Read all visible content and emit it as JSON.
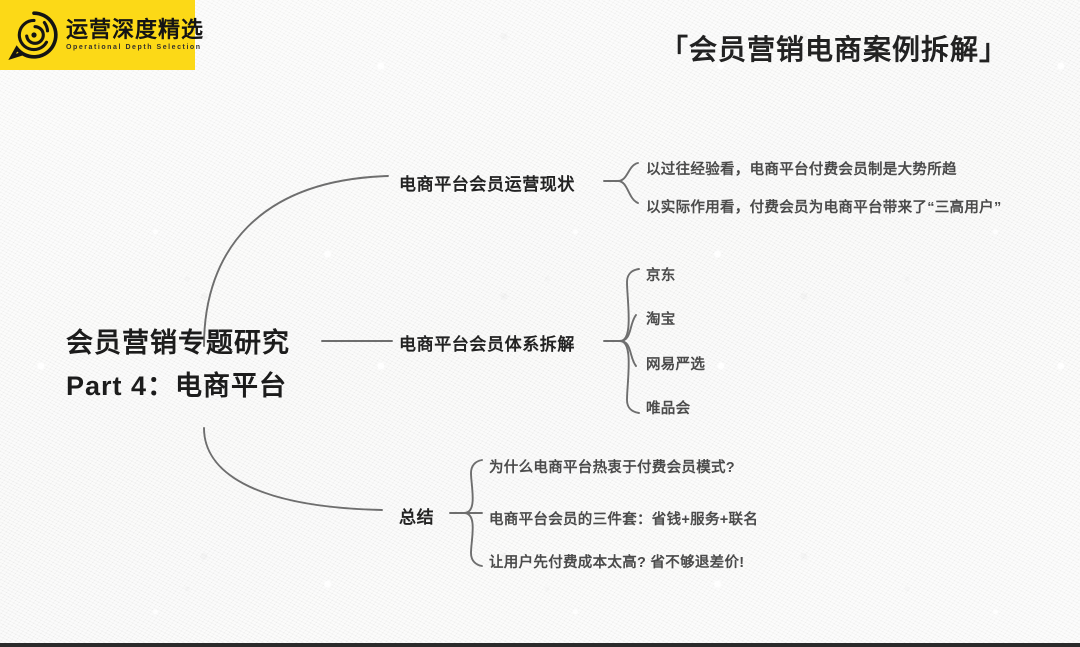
{
  "slide": {
    "background_color": "#f4f4f3",
    "bottom_rule_color": "#2b2b2b"
  },
  "logo": {
    "badge_color": "#fcd917",
    "icon_name": "concentric-circles-logo-icon",
    "chinese_name": "运营深度精选",
    "english_name": "Operational Depth Selection"
  },
  "headline": {
    "text": "「会员营销电商案例拆解」",
    "color": "#222222"
  },
  "mindmap": {
    "root": {
      "line_1": "会员营销专题研究",
      "line_2": "Part 4：电商平台"
    },
    "branches": [
      {
        "label": "电商平台会员运营现状",
        "children": [
          "以过往经验看，电商平台付费会员制是大势所趋",
          "以实际作用看，付费会员为电商平台带来了“三高用户”"
        ]
      },
      {
        "label": "电商平台会员体系拆解",
        "children": [
          "京东",
          "淘宝",
          "网易严选",
          "唯品会"
        ]
      },
      {
        "label": "总结",
        "children": [
          "为什么电商平台热衷于付费会员模式?",
          "电商平台会员的三件套：省钱+服务+联名",
          "让用户先付费成本太高? 省不够退差价!"
        ]
      }
    ],
    "connector_color": "#6e6e6e"
  }
}
